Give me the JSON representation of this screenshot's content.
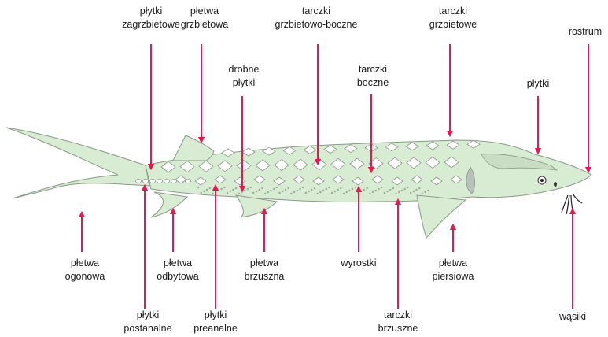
{
  "labels": {
    "plytki_zagrzbietowe": [
      "płytki",
      "zagrzbietowe"
    ],
    "pletwa_grzbietowa": [
      "płetwa",
      "grzbietowa"
    ],
    "tarczki_grzbietowo_boczne": [
      "tarczki",
      "grzbietowo-boczne"
    ],
    "tarczki_grzbietowe": [
      "tarczki",
      "grzbietowe"
    ],
    "rostrum": [
      "rostrum"
    ],
    "drobne_plytki": [
      "drobne",
      "płytki"
    ],
    "tarczki_boczne": [
      "tarczki",
      "boczne"
    ],
    "plytki": [
      "płytki"
    ],
    "pletwa_ogonowa": [
      "płetwa",
      "ogonowa"
    ],
    "pletwa_odbytowa": [
      "płetwa",
      "odbytowa"
    ],
    "pletwa_brzuszna": [
      "płetwa",
      "brzuszna"
    ],
    "wyrostki": [
      "wyrostki"
    ],
    "pletwa_piersiowa": [
      "płetwa",
      "piersiowa"
    ],
    "plytki_postanalne": [
      "płytki",
      "postanalne"
    ],
    "plytki_preanalne": [
      "płytki",
      "preanalne"
    ],
    "tarczki_brzuszne": [
      "tarczki",
      "brzuszne"
    ],
    "wasiki": [
      "wąsiki"
    ]
  },
  "colors": {
    "fish_body": "#d8ecd3",
    "fish_outline": "#8a9a88",
    "arrow": "#e8184f",
    "plate": "#ffffff",
    "gill": "#b9c2b8"
  }
}
